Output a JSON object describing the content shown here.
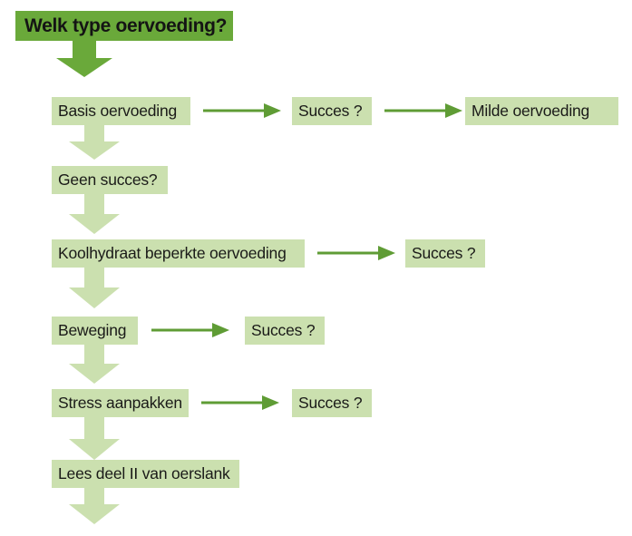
{
  "document": {
    "language": "nl",
    "kind": "flowchart",
    "background_color": "#ffffff"
  },
  "palette": {
    "title_green": "#6aa93a",
    "box_light_green": "#cbe0af",
    "arrow_green": "#5f9c35",
    "text_color": "#1a1a18"
  },
  "title": {
    "label": "Welk type oervoeding?",
    "fill": "#6aa93a"
  },
  "nodes": [
    {
      "id": "basis-oervoeding",
      "label": "Basis oervoeding"
    },
    {
      "id": "succes-1",
      "label": "Succes ?"
    },
    {
      "id": "milde-oervoeding",
      "label": "Milde oervoeding"
    },
    {
      "id": "geen-succes",
      "label": "Geen succes?"
    },
    {
      "id": "koolhydraat-beperkte-oervoeding",
      "label": "Koolhydraat beperkte oervoeding"
    },
    {
      "id": "succes-2",
      "label": "Succes ?"
    },
    {
      "id": "beweging",
      "label": "Beweging"
    },
    {
      "id": "succes-3",
      "label": "Succes ?"
    },
    {
      "id": "stress-aanpakken",
      "label": "Stress aanpakken"
    },
    {
      "id": "succes-4",
      "label": "Succes ?"
    },
    {
      "id": "lees-deel-ii",
      "label": "Lees deel II van oerslank"
    }
  ],
  "connectors": {
    "down_title_to_basis": "down-arrow-icon",
    "down_basis_to_geen_succes": "down-arrow-icon",
    "down_geen_succes_to_koolhydraat": "down-arrow-icon",
    "down_koolhydraat_to_beweging": "down-arrow-icon",
    "down_beweging_to_stress": "down-arrow-icon",
    "down_stress_to_lees_deel": "down-arrow-icon",
    "down_lees_deel_end": "down-arrow-icon",
    "right_basis_to_succes1": "right-arrow-icon",
    "right_succes1_to_milde": "right-arrow-icon",
    "right_koolhydraat_to_succes2": "right-arrow-icon",
    "right_beweging_to_succes3": "right-arrow-icon",
    "right_stress_to_succes4": "right-arrow-icon"
  }
}
